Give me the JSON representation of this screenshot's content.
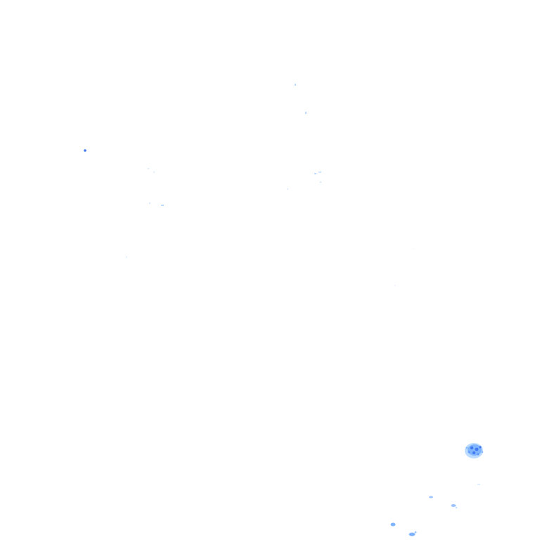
{
  "map": {
    "background_color": "#ffffff",
    "layer": "radar-precipitation-overlay",
    "colors": {
      "light_echo": "#bcdcff",
      "moderate_echo": "#7fb4ff",
      "strong_echo": "#3f78f0"
    },
    "echoes": [
      {
        "id": "echo-cell-east",
        "intensity": "moderate"
      },
      {
        "id": "echo-speck-west",
        "intensity": "strong"
      },
      {
        "id": "echo-speck-north-1",
        "intensity": "light"
      },
      {
        "id": "echo-speck-north-2",
        "intensity": "light"
      },
      {
        "id": "echo-speck-center-1",
        "intensity": "light"
      },
      {
        "id": "echo-speck-center-2",
        "intensity": "light"
      },
      {
        "id": "echo-speck-center-3",
        "intensity": "light"
      },
      {
        "id": "echo-speck-west-2",
        "intensity": "light"
      },
      {
        "id": "echo-speck-west-3",
        "intensity": "light"
      },
      {
        "id": "echo-speck-west-4",
        "intensity": "light"
      },
      {
        "id": "echo-speck-southeast-1",
        "intensity": "moderate"
      },
      {
        "id": "echo-speck-southeast-2",
        "intensity": "moderate"
      },
      {
        "id": "echo-speck-southeast-3",
        "intensity": "moderate"
      },
      {
        "id": "echo-speck-southeast-4",
        "intensity": "moderate"
      },
      {
        "id": "echo-speck-southeast-5",
        "intensity": "light"
      }
    ]
  }
}
